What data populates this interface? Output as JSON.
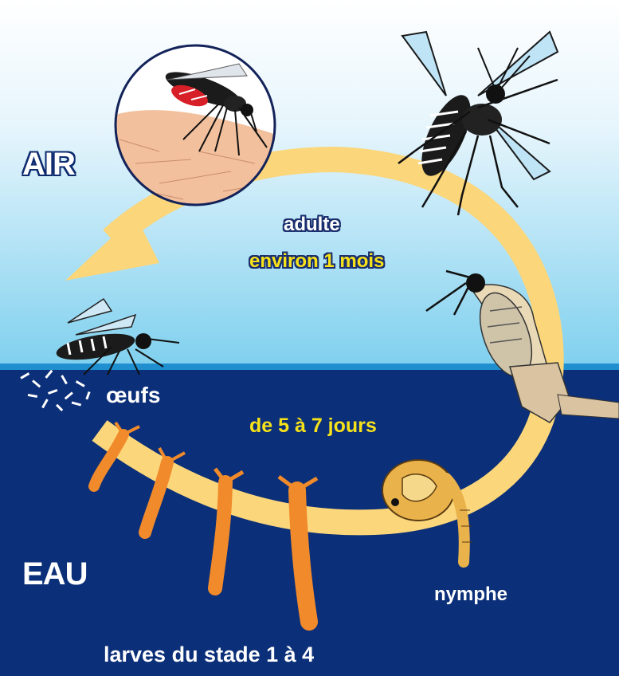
{
  "labels": {
    "air": "AIR",
    "eau": "EAU",
    "adult_stage": "adulte",
    "adult_duration": "environ 1 mois",
    "eggs": "œufs",
    "aquatic_duration": "de 5 à 7 jours",
    "pupa": "nymphe",
    "larvae": "larves du stade 1 à 4"
  },
  "colors": {
    "sky_top": "#ffffff",
    "sky_bottom": "#7fd0ee",
    "water_surface": "#1f8fcf",
    "water": "#0b2f78",
    "cycle_arrow": "#fbd67a",
    "larva": "#f08a2b",
    "pupa": "#e9b24a",
    "blood": "#d61f26",
    "skin": "#f2c09c",
    "label_yellow": "#f7e21a"
  },
  "icons": [
    "mosquito-biting-icon",
    "adult-mosquito-icon",
    "emerging-mosquito-icon",
    "egg-laying-mosquito-icon",
    "eggs-icon",
    "larva-icon",
    "pupa-icon"
  ]
}
